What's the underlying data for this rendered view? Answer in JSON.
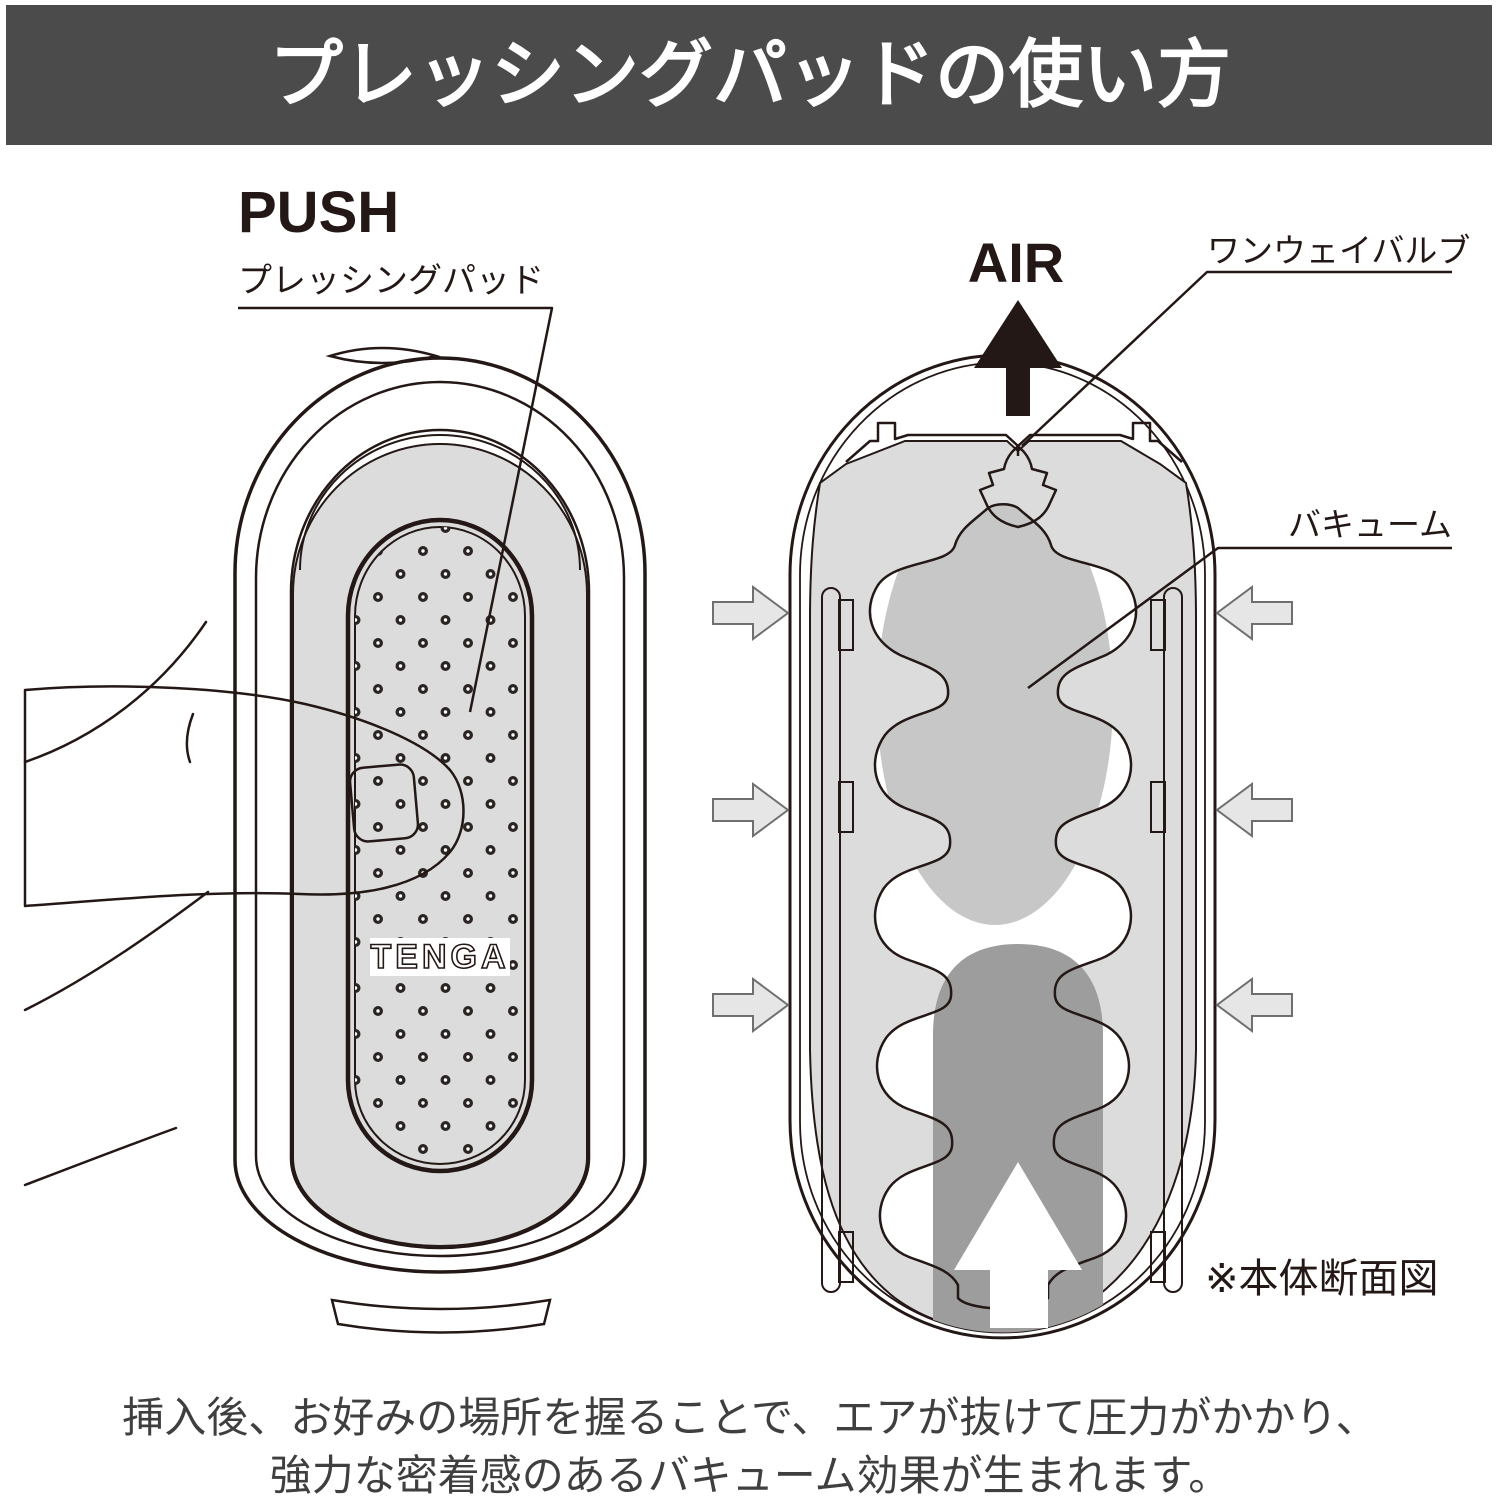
{
  "banner": {
    "title": "プレッシングパッドの使い方"
  },
  "left_diagram": {
    "push_label": "PUSH",
    "pad_label": "プレッシングパッド",
    "logo": "TENGA"
  },
  "right_diagram": {
    "air_label": "AIR",
    "valve_label": "ワンウェイバルブ",
    "vacuum_label": "バキューム",
    "note": "※本体断面図"
  },
  "caption": {
    "line1": "挿入後、お好みの場所を握ることで、エアが抜けて圧力がかかり、",
    "line2": "強力な密着感のあるバキューム効果が生まれます。"
  },
  "colors": {
    "banner_bg": "#4b4b4b",
    "banner_text": "#ffffff",
    "line": "#231815",
    "sleeve_gray": "#dcdcdc",
    "vacuum_gray": "#c7c7c7",
    "insert_gray": "#9d9d9d",
    "side_arrow_fill": "#e6e6e6",
    "side_arrow_stroke": "#6f6f6f",
    "air_arrow": "#231815",
    "caption_text": "#3f3f3f"
  }
}
